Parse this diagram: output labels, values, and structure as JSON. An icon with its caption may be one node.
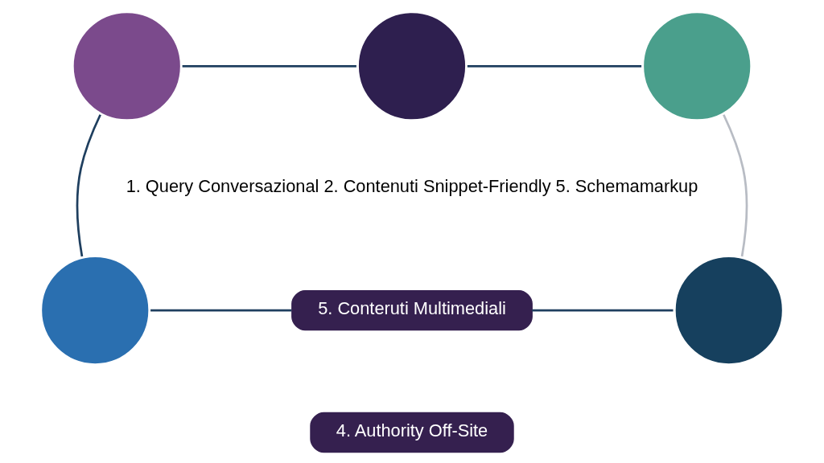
{
  "diagram": {
    "nodes": [
      {
        "text": [],
        "shape": "circle"
      },
      {
        "text": [],
        "shape": "circle"
      },
      {
        "text": [],
        "shape": "circle"
      },
      {
        "text": [
          "5. Conteruti Multimediali"
        ]
      },
      {
        "text": [],
        "shape": "circle"
      },
      {
        "text": [],
        "shape": "circle"
      },
      {
        "text": [
          "4. Authority Off-Site"
        ]
      }
    ],
    "edges": [
      {
        "from": 0,
        "to": 1,
        "arrow": "none"
      },
      {
        "from": 1,
        "to": 2,
        "arrow": "none"
      },
      {
        "from": 4,
        "to": 3,
        "arrow": "none"
      },
      {
        "from": 3,
        "to": 5,
        "arrow": "none"
      },
      {
        "from": 0,
        "to": 4,
        "arrow": "none"
      },
      {
        "from": 2,
        "to": 5,
        "arrow": "none",
        "color": "#b8bcc4"
      }
    ],
    "labels": [
      "1. Query Conversazional 2. Contenuti Snippet-Friendly 5. Schemamarkup"
    ]
  }
}
